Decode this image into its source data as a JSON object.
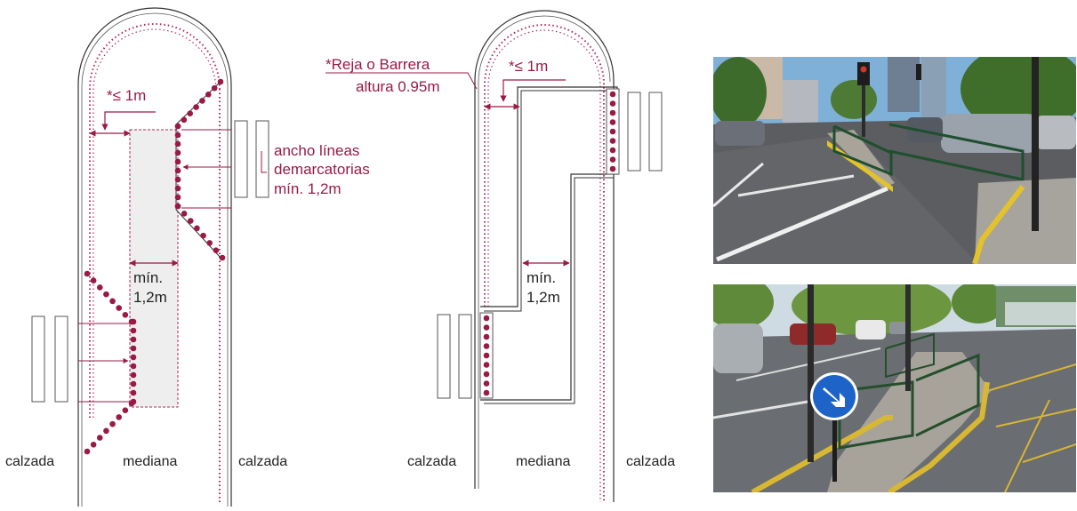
{
  "diagram_left": {
    "spacing_label": "*≤ 1m",
    "crossing_label_lines": [
      "ancho líneas",
      "demarcatorias",
      "mín. 1,2m"
    ],
    "width_label_lines": [
      "mín.",
      "1,2m"
    ],
    "zone_labels": {
      "left": "calzada",
      "center": "mediana",
      "right": "calzada"
    }
  },
  "diagram_right": {
    "barrier_label_lines": [
      "*Reja o Barrera",
      "altura 0.95m"
    ],
    "spacing_label": "*≤ 1m",
    "width_label_lines": [
      "mín.",
      "1,2m"
    ],
    "zone_labels": {
      "left": "calzada",
      "center": "mediana",
      "right": "calzada"
    }
  },
  "sign_color": "#1e63c8",
  "accent_color": "#9a1a45"
}
